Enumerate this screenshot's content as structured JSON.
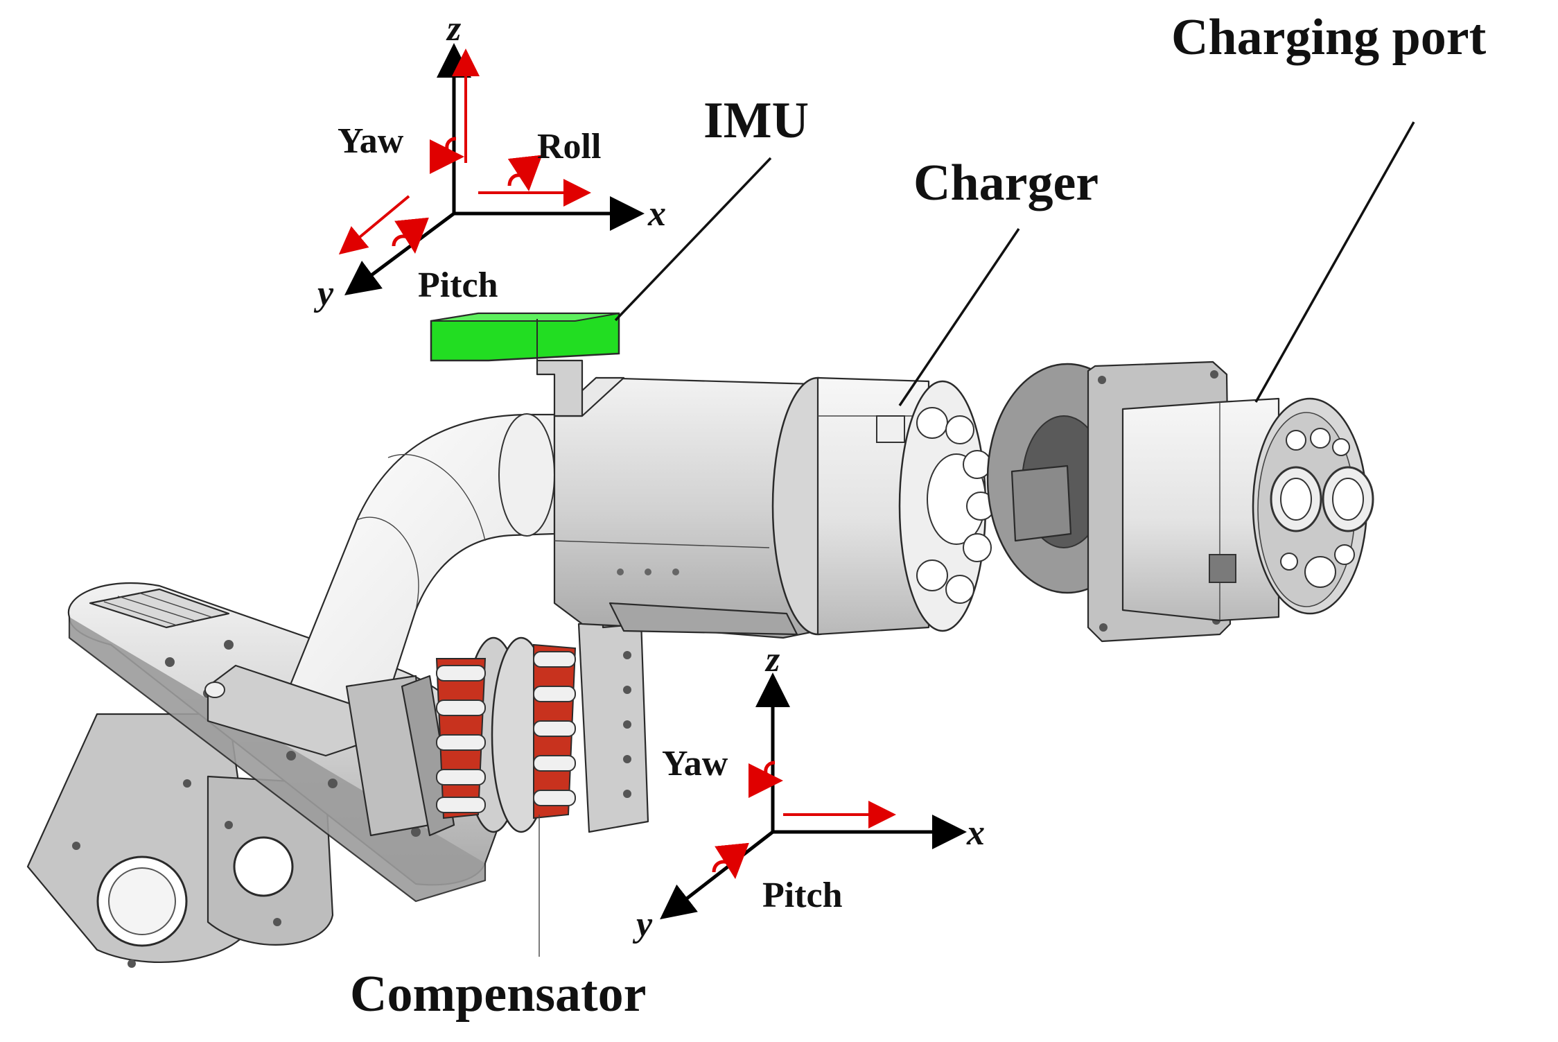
{
  "labels": {
    "charging_port": "Charging port",
    "imu": "IMU",
    "charger": "Charger",
    "compensator": "Compensator"
  },
  "frame_top": {
    "z": "z",
    "x": "x",
    "y": "y",
    "yaw": "Yaw",
    "roll": "Roll",
    "pitch": "Pitch"
  },
  "frame_bottom": {
    "z": "z",
    "x": "x",
    "y": "y",
    "yaw": "Yaw",
    "pitch": "Pitch"
  },
  "colors": {
    "axis": "#000000",
    "motion_arrow": "#e00000",
    "imu": "#22dd22",
    "compensator_spring": "#c8321e",
    "metal_light": "#e6e6e6",
    "metal_mid": "#c4c4c4",
    "metal_dark": "#9a9a9a"
  }
}
